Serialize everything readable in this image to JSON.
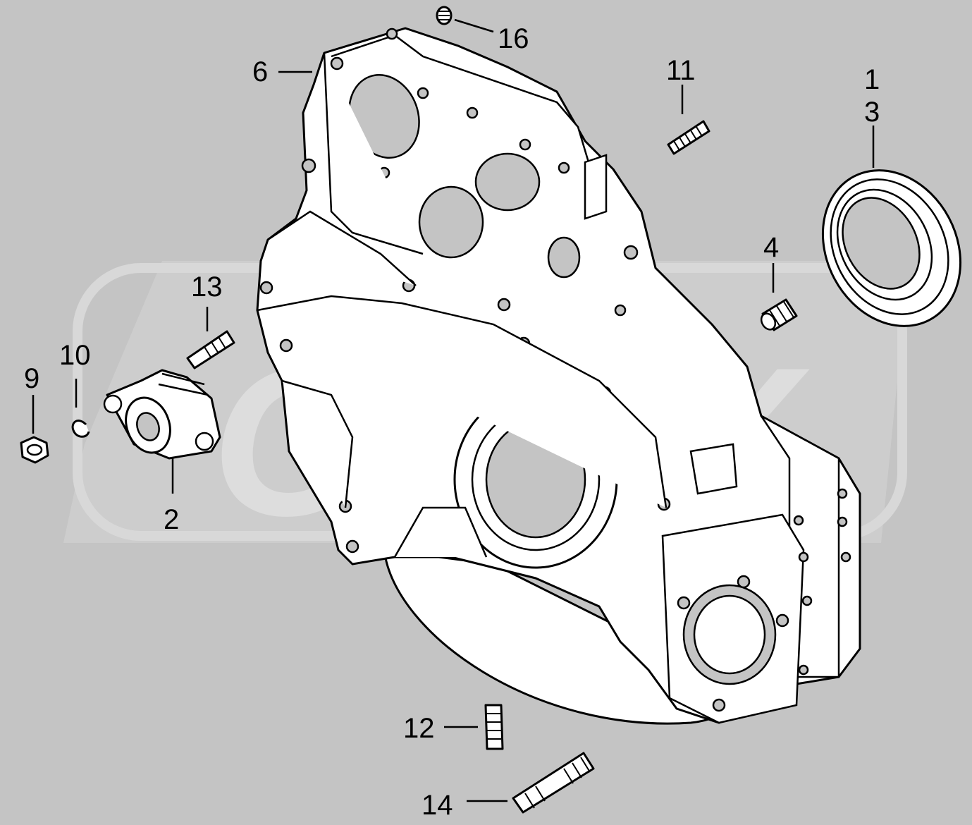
{
  "diagram": {
    "watermark": {
      "text": "OPEX"
    },
    "callouts": [
      {
        "id": "c16",
        "label": "16"
      },
      {
        "id": "c6",
        "label": "6"
      },
      {
        "id": "c11",
        "label": "11"
      },
      {
        "id": "c1",
        "label": "1"
      },
      {
        "id": "c3",
        "label": "3"
      },
      {
        "id": "c4",
        "label": "4"
      },
      {
        "id": "c13",
        "label": "13"
      },
      {
        "id": "c10",
        "label": "10"
      },
      {
        "id": "c9",
        "label": "9"
      },
      {
        "id": "c2",
        "label": "2"
      },
      {
        "id": "c12",
        "label": "12"
      },
      {
        "id": "c14",
        "label": "14"
      }
    ],
    "colors": {
      "background": "#c4c4c4",
      "line": "#000000",
      "part_fill": "#ffffff",
      "watermark": "#d6d6d6"
    }
  }
}
